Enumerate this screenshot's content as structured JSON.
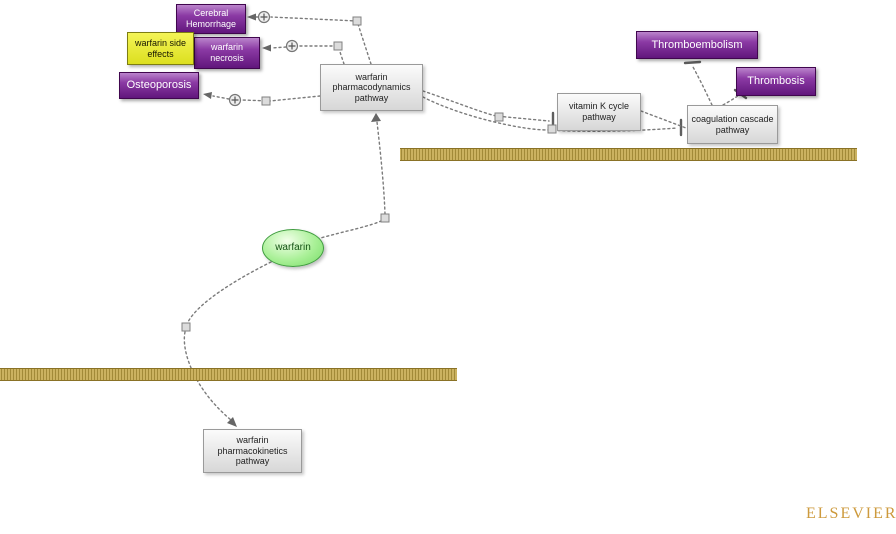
{
  "nodes": {
    "cerebral_hemorrhage": {
      "label": "Cerebral Hemorrhage",
      "type": "disease",
      "color": "#8b3aa4"
    },
    "warfarin_side_effects": {
      "label": "warfarin side effects",
      "type": "side-effect",
      "color": "#e7ed3e"
    },
    "warfarin_necrosis": {
      "label": "warfarin necrosis",
      "type": "disease",
      "color": "#8b3aa4"
    },
    "osteoporosis": {
      "label": "Osteoporosis",
      "type": "disease",
      "color": "#8b3aa4"
    },
    "warfarin_pharmacodynamics_pathway": {
      "label": "warfarin pharmacodynamics pathway",
      "type": "pathway",
      "color": "#e0e0e0"
    },
    "thromboembolism": {
      "label": "Thromboembolism",
      "type": "disease",
      "color": "#8b3aa4"
    },
    "thrombosis": {
      "label": "Thrombosis",
      "type": "disease",
      "color": "#8b3aa4"
    },
    "vitamin_k_cycle_pathway": {
      "label": "vitamin K cycle pathway",
      "type": "pathway",
      "color": "#e0e0e0"
    },
    "coagulation_cascade_pathway": {
      "label": "coagulation cascade pathway",
      "type": "pathway",
      "color": "#e0e0e0"
    },
    "warfarin": {
      "label": "warfarin",
      "type": "compound",
      "color": "#8ce87e"
    },
    "warfarin_pharmacokinetics_pathway": {
      "label": "warfarin pharmacokinetics pathway",
      "type": "pathway",
      "color": "#e0e0e0"
    }
  },
  "edges": [
    {
      "from": "warfarin_pharmacodynamics_pathway",
      "to": "cerebral_hemorrhage",
      "effect": "positive"
    },
    {
      "from": "warfarin_pharmacodynamics_pathway",
      "to": "warfarin_necrosis",
      "effect": "positive"
    },
    {
      "from": "warfarin_pharmacodynamics_pathway",
      "to": "osteoporosis",
      "effect": "positive"
    },
    {
      "from": "warfarin_pharmacodynamics_pathway",
      "to": "vitamin_k_cycle_pathway",
      "effect": "inhibition"
    },
    {
      "from": "warfarin_pharmacodynamics_pathway",
      "to": "coagulation_cascade_pathway",
      "effect": "inhibition"
    },
    {
      "from": "vitamin_k_cycle_pathway",
      "to": "coagulation_cascade_pathway",
      "effect": "link"
    },
    {
      "from": "coagulation_cascade_pathway",
      "to": "thromboembolism",
      "effect": "inhibition"
    },
    {
      "from": "coagulation_cascade_pathway",
      "to": "thrombosis",
      "effect": "inhibition"
    },
    {
      "from": "warfarin",
      "to": "warfarin_pharmacodynamics_pathway",
      "effect": "arrow"
    },
    {
      "from": "warfarin",
      "to": "warfarin_pharmacokinetics_pathway",
      "effect": "arrow"
    }
  ],
  "membranes": [
    {
      "side": "upper-right"
    },
    {
      "side": "lower-left"
    }
  ],
  "colors": {
    "disease_purple": "#8b3aa4",
    "side_effect_yellow": "#e7ed3e",
    "pathway_gray": "#e0e0e0",
    "compound_green": "#8ce87e",
    "membrane_tan": "#b89c3c",
    "edge_gray": "#7b7b7b",
    "brand_gold": "#cd9a3d"
  },
  "branding": {
    "publisher": "ELSEVIER"
  }
}
